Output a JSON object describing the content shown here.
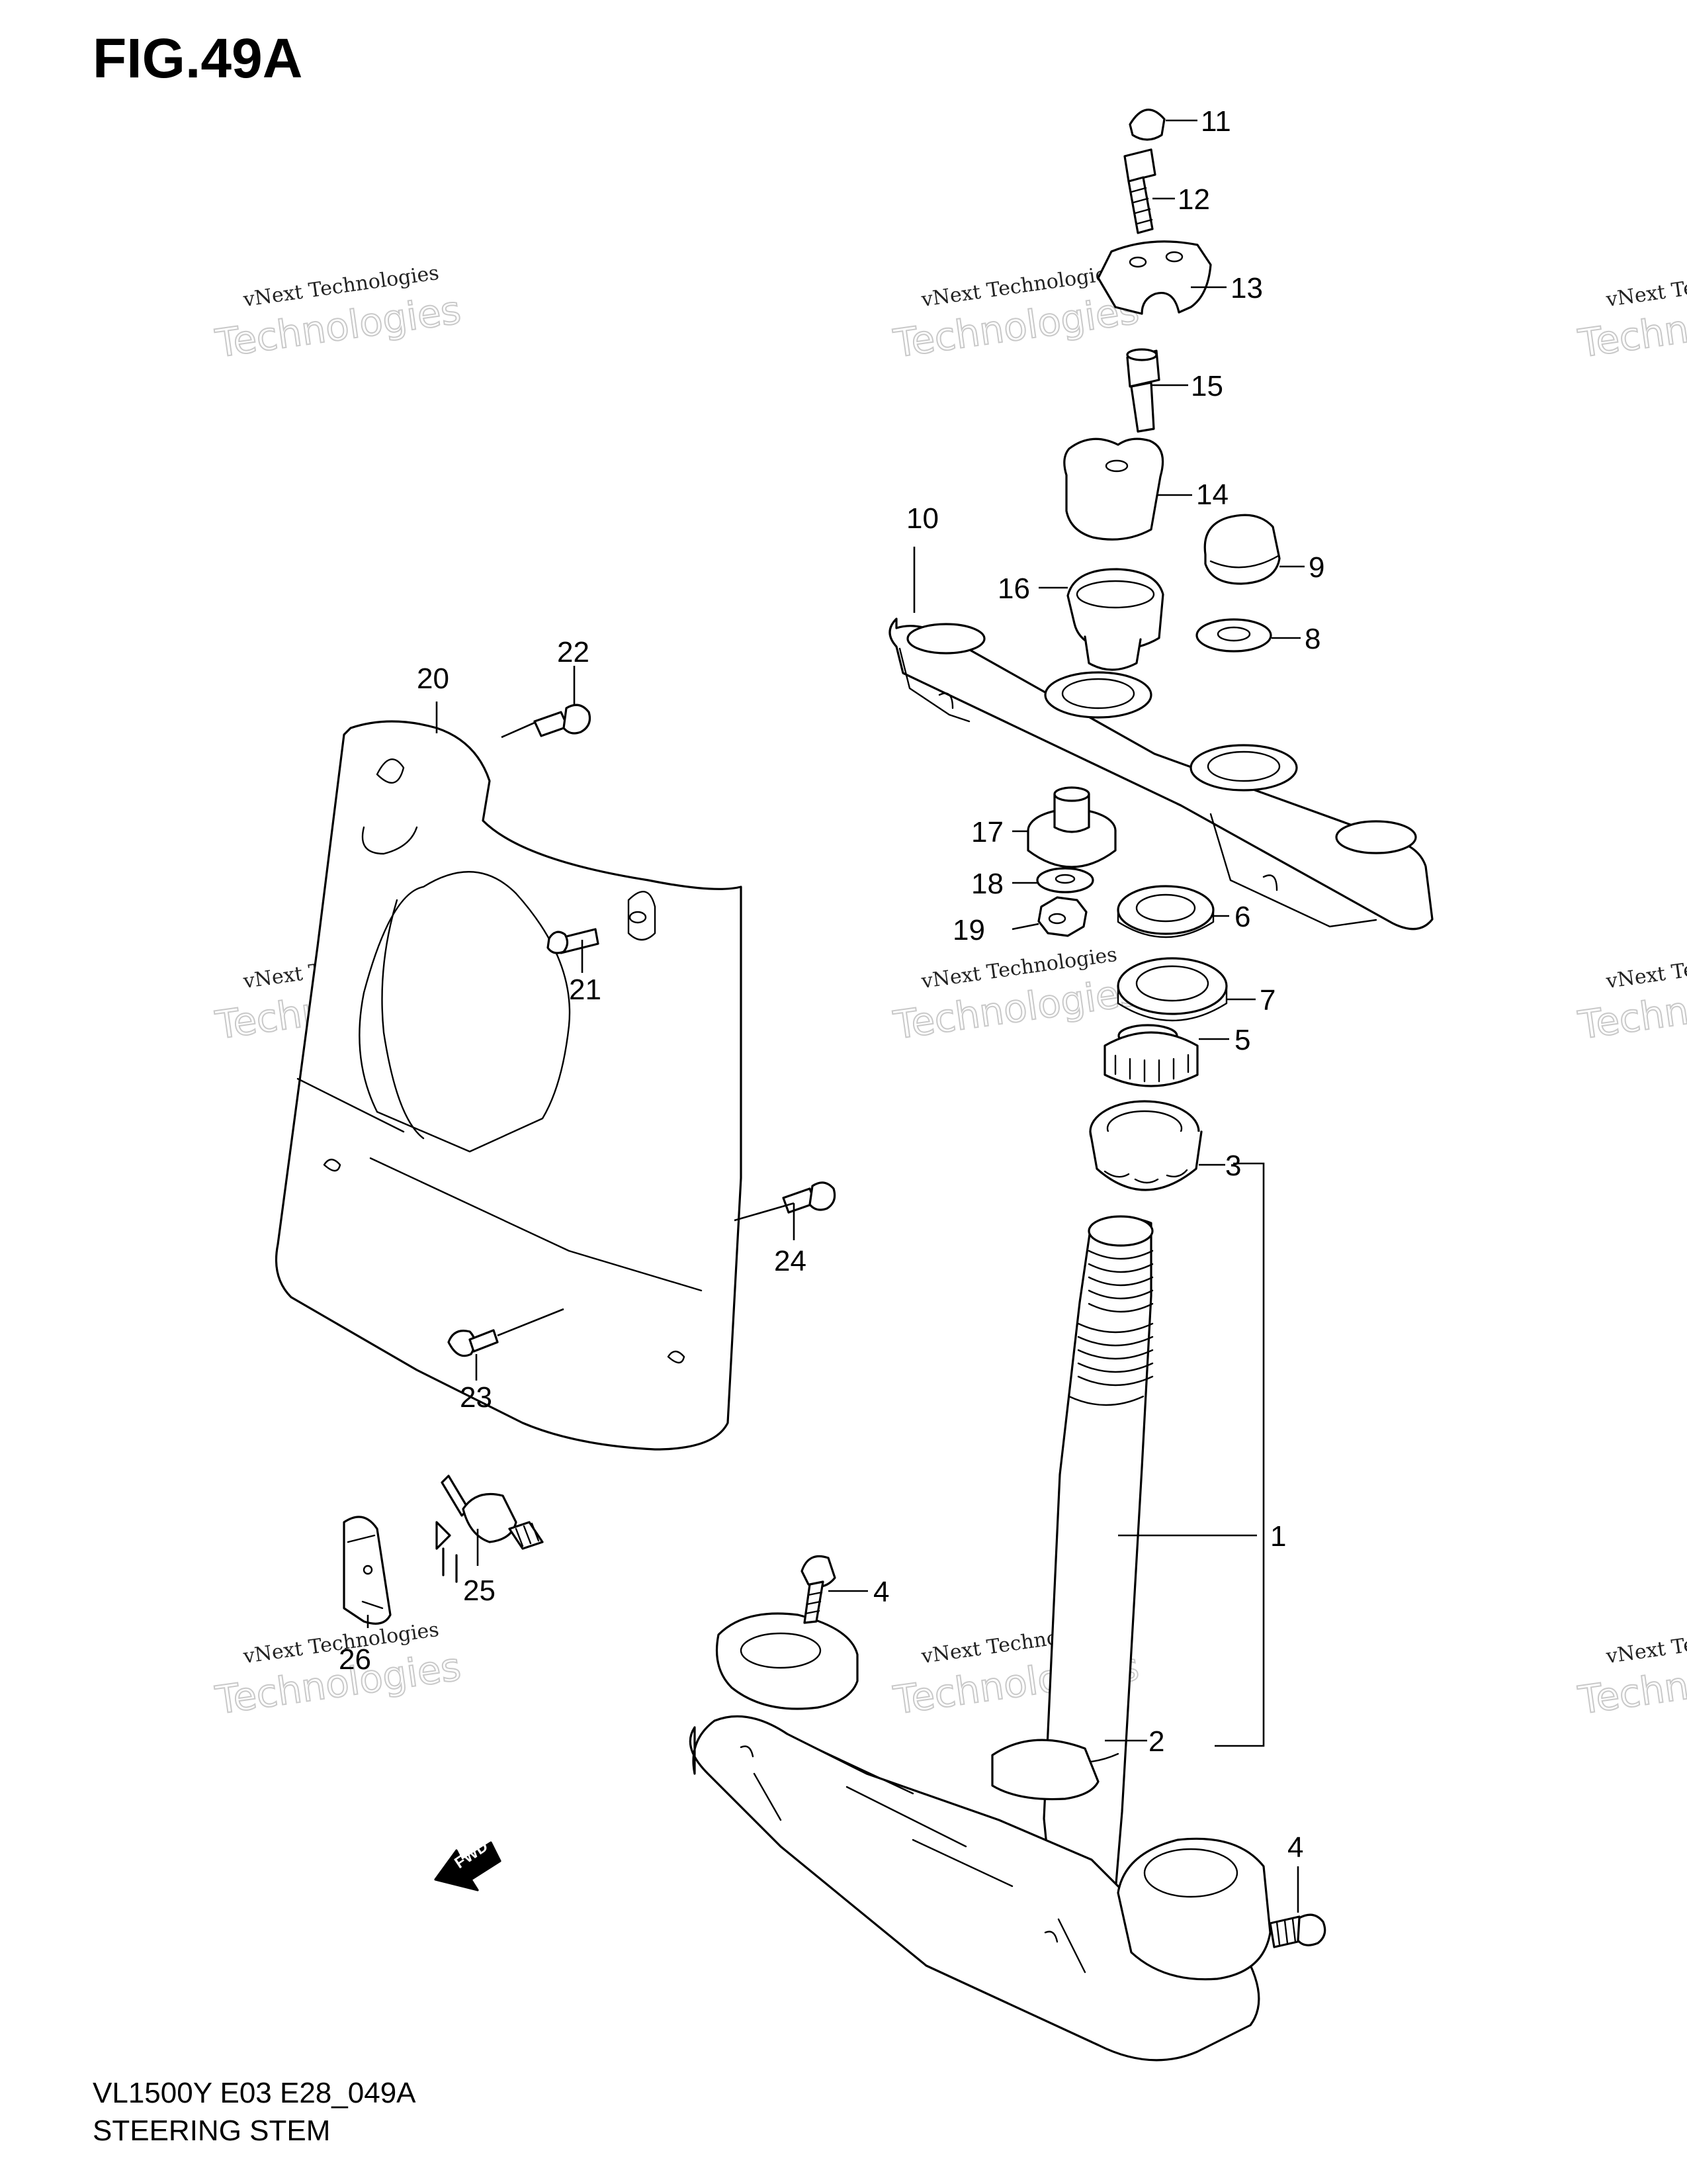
{
  "figure": {
    "title": "FIG.49A",
    "model_code": "VL1500Y E03 E28_049A",
    "assembly_name": "STEERING STEM"
  },
  "watermark": {
    "line1": "vNext Technologies",
    "line2": "Technologies",
    "line3": "vNext"
  },
  "direction_arrow": {
    "label": "FWD"
  },
  "callouts": [
    {
      "id": "c11",
      "label": "11"
    },
    {
      "id": "c12",
      "label": "12"
    },
    {
      "id": "c13",
      "label": "13"
    },
    {
      "id": "c15",
      "label": "15"
    },
    {
      "id": "c14",
      "label": "14"
    },
    {
      "id": "c10",
      "label": "10"
    },
    {
      "id": "c9",
      "label": "9"
    },
    {
      "id": "c16",
      "label": "16"
    },
    {
      "id": "c8",
      "label": "8"
    },
    {
      "id": "c22",
      "label": "22"
    },
    {
      "id": "c20",
      "label": "20"
    },
    {
      "id": "c17",
      "label": "17"
    },
    {
      "id": "c18",
      "label": "18"
    },
    {
      "id": "c6",
      "label": "6"
    },
    {
      "id": "c19",
      "label": "19"
    },
    {
      "id": "c21",
      "label": "21"
    },
    {
      "id": "c7",
      "label": "7"
    },
    {
      "id": "c5",
      "label": "5"
    },
    {
      "id": "c3",
      "label": "3"
    },
    {
      "id": "c24",
      "label": "24"
    },
    {
      "id": "c23",
      "label": "23"
    },
    {
      "id": "c1",
      "label": "1"
    },
    {
      "id": "c4a",
      "label": "4"
    },
    {
      "id": "c25",
      "label": "25"
    },
    {
      "id": "c26",
      "label": "26"
    },
    {
      "id": "c2",
      "label": "2"
    },
    {
      "id": "c4b",
      "label": "4"
    }
  ]
}
